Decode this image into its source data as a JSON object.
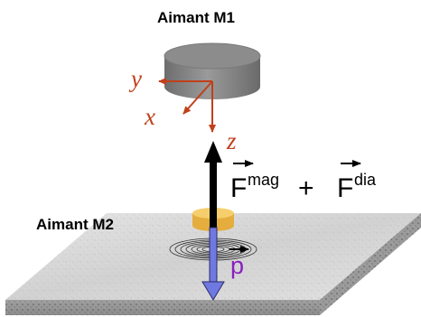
{
  "magnet_top": {
    "label": "Aimant M1"
  },
  "magnet_bottom": {
    "label": "Aimant M2"
  },
  "axes": {
    "x": "x",
    "y": "y",
    "z": "z"
  },
  "forces": {
    "symbol": "F",
    "mag_superscript": "mag",
    "plus": "+",
    "dia_superscript": "dia"
  },
  "particle": {
    "label": "p"
  },
  "colors": {
    "axis": "#c0401a",
    "particle": "#8a1fbf",
    "arrow_down": "#6f79e0",
    "magnet_grey": "#8a8a8a",
    "magnet_gold": "#f2c25a"
  }
}
